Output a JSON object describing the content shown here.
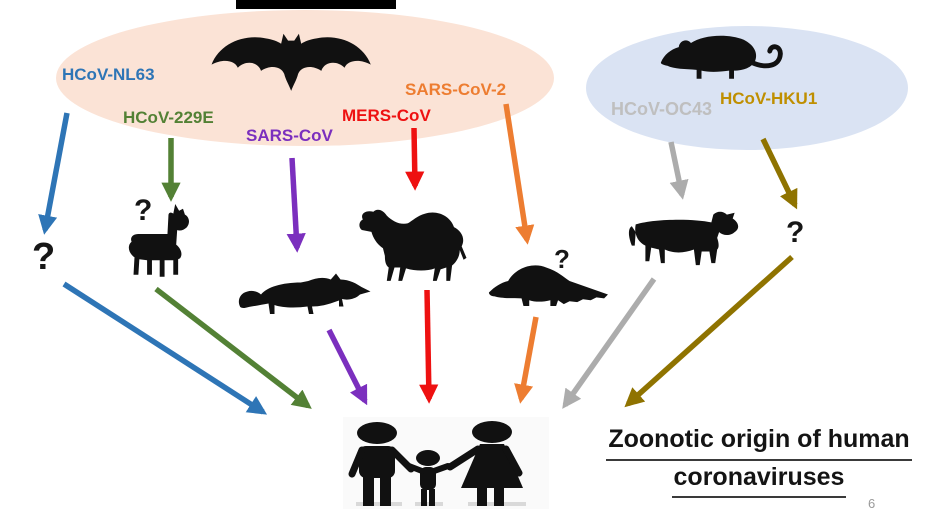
{
  "title": {
    "line1": "Zoonotic origin of human",
    "line2": "coronaviruses"
  },
  "page_number": "6",
  "question_mark": "?",
  "labels": {
    "hcov_nl63": "HCoV-NL63",
    "hcov_229e": "HCoV-229E",
    "sars_cov": "SARS-CoV",
    "mers_cov": "MERS-CoV",
    "sars_cov_2": "SARS-CoV-2",
    "hcov_oc43": "HCoV-OC43",
    "hcov_hku1": "HCoV-HKU1"
  },
  "colors": {
    "hcov_nl63": "#2E75B6",
    "hcov_229e": "#538135",
    "sars_cov": "#7B2FBE",
    "mers_cov": "#EE1111",
    "sars_cov_2": "#ED7D31",
    "hcov_oc43": "#BFBFBF",
    "hcov_oc43_arrow": "#ACACAC",
    "hcov_hku1": "#BF8F00",
    "hcov_hku1_arrow": "#8F7300",
    "bat_ellipse_fill": "#FBE3D6",
    "rodent_ellipse_fill": "#DAE3F3",
    "silhouette": "#141414"
  },
  "reservoirs": [
    {
      "icon": "bat",
      "viruses": [
        "HCoV-NL63",
        "HCoV-229E",
        "SARS-CoV",
        "MERS-CoV",
        "SARS-CoV-2"
      ]
    },
    {
      "icon": "rodent",
      "viruses": [
        "HCoV-OC43",
        "HCoV-HKU1"
      ]
    }
  ],
  "flows": [
    {
      "virus": "HCoV-NL63",
      "intermediate_host": "unknown (?)"
    },
    {
      "virus": "HCoV-229E",
      "intermediate_host": "alpaca (?)"
    },
    {
      "virus": "SARS-CoV",
      "intermediate_host": "civet"
    },
    {
      "virus": "MERS-CoV",
      "intermediate_host": "camel"
    },
    {
      "virus": "SARS-CoV-2",
      "intermediate_host": "pangolin (?)"
    },
    {
      "virus": "HCoV-OC43",
      "intermediate_host": "cattle"
    },
    {
      "virus": "HCoV-HKU1",
      "intermediate_host": "unknown (?)"
    }
  ],
  "destination": "humans"
}
